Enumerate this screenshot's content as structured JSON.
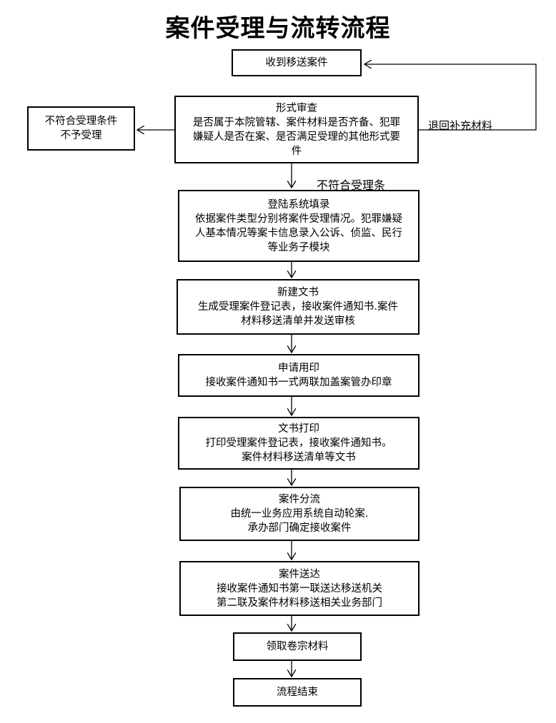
{
  "title": "案件受理与流转流程",
  "nodes": {
    "receive": [
      "收到移送案件"
    ],
    "formal_review": [
      "形式审查",
      "是否属于本院管辖、案件材料是否齐备、犯罪",
      "嫌疑人是否在案、是否满足受理的其他形式要",
      "件"
    ],
    "reject": [
      "不符合受理条件",
      "不予受理"
    ],
    "register": [
      "登陆系统填录",
      "依据案件类型分别将案件受理情况。犯罪嫌疑",
      "人基本情况等案卡信息录入公诉、侦监、民行",
      "等业务子模块"
    ],
    "new_doc": [
      "新建文书",
      "生成受理案件登记表，接收案件通知书.案件",
      "材料移送清单并发送审核"
    ],
    "apply_seal": [
      "申请用印",
      "接收案件通知书一式两联加盖案管办印章"
    ],
    "print_doc": [
      "文书打印",
      "打印受理案件登记表，接收案件通知书。",
      "案件材料移送清单等文书"
    ],
    "distribute": [
      "案件分流",
      "由统一业务应用系统自动轮案.",
      "承办部门确定接收案件"
    ],
    "deliver": [
      "案件送达",
      "接收案件通知书第一联送达移送机关",
      "第二联及案件材料移送相关业务部门"
    ],
    "collect": [
      "领取卷宗材料"
    ],
    "end": [
      "流程结束"
    ]
  },
  "labels": {
    "return_supplement": "退回补充材料",
    "not_meet": "不符合受理条"
  }
}
